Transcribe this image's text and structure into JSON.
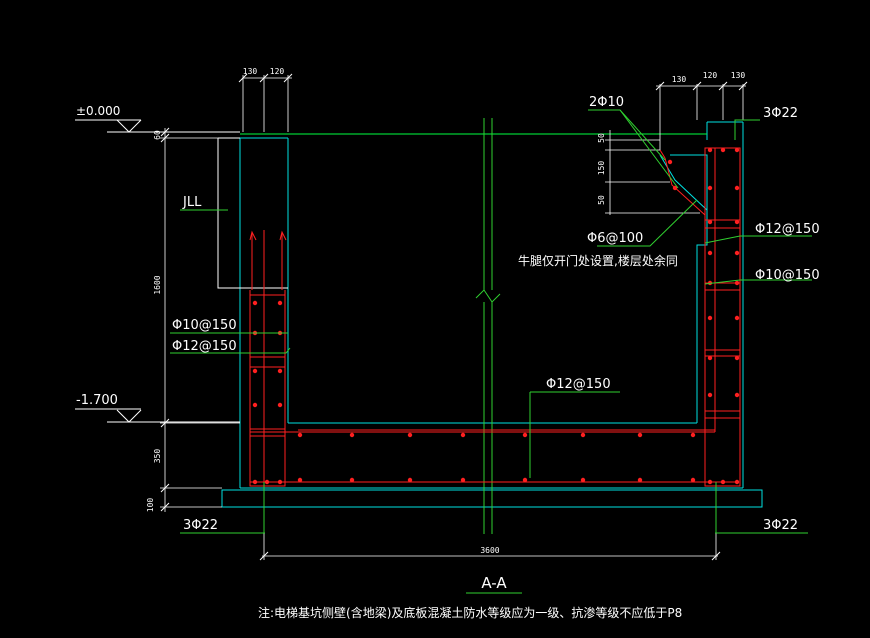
{
  "title": "A-A",
  "note": "注:电梯基坑侧壁(含地梁)及底板混凝土防水等级应为一级、抗渗等级不应低于P8",
  "elevations": {
    "top": "±0.000",
    "bottom": "-1.700"
  },
  "labels": {
    "jll": "JLL",
    "left_d10": "Φ10@150",
    "left_d12": "Φ12@150",
    "left_bottom_bars": "3Φ22",
    "right_top_2phi10": "2Φ10",
    "right_top_3phi22": "3Φ22",
    "right_phi6": "Φ6@100",
    "right_corbel_note": "牛腿仅开门处设置,楼层处余同",
    "right_d12": "Φ12@150",
    "right_d10": "Φ10@150",
    "bottom_d12": "Φ12@150",
    "right_bottom_bars": "3Φ22"
  },
  "dimensions": {
    "top_left": [
      "130",
      "120"
    ],
    "top_right": [
      "130",
      "120",
      "130"
    ],
    "left_vertical": [
      "60",
      "1600",
      "350",
      "100"
    ],
    "right_vertical": [
      "50",
      "150",
      "50"
    ],
    "bottom_width": "3600"
  },
  "colors": {
    "concrete": "#00e0e0",
    "rebar": "#ff2020",
    "leader": "#30d030",
    "dimension": "#ffffff",
    "green_line": "#00ff40"
  }
}
